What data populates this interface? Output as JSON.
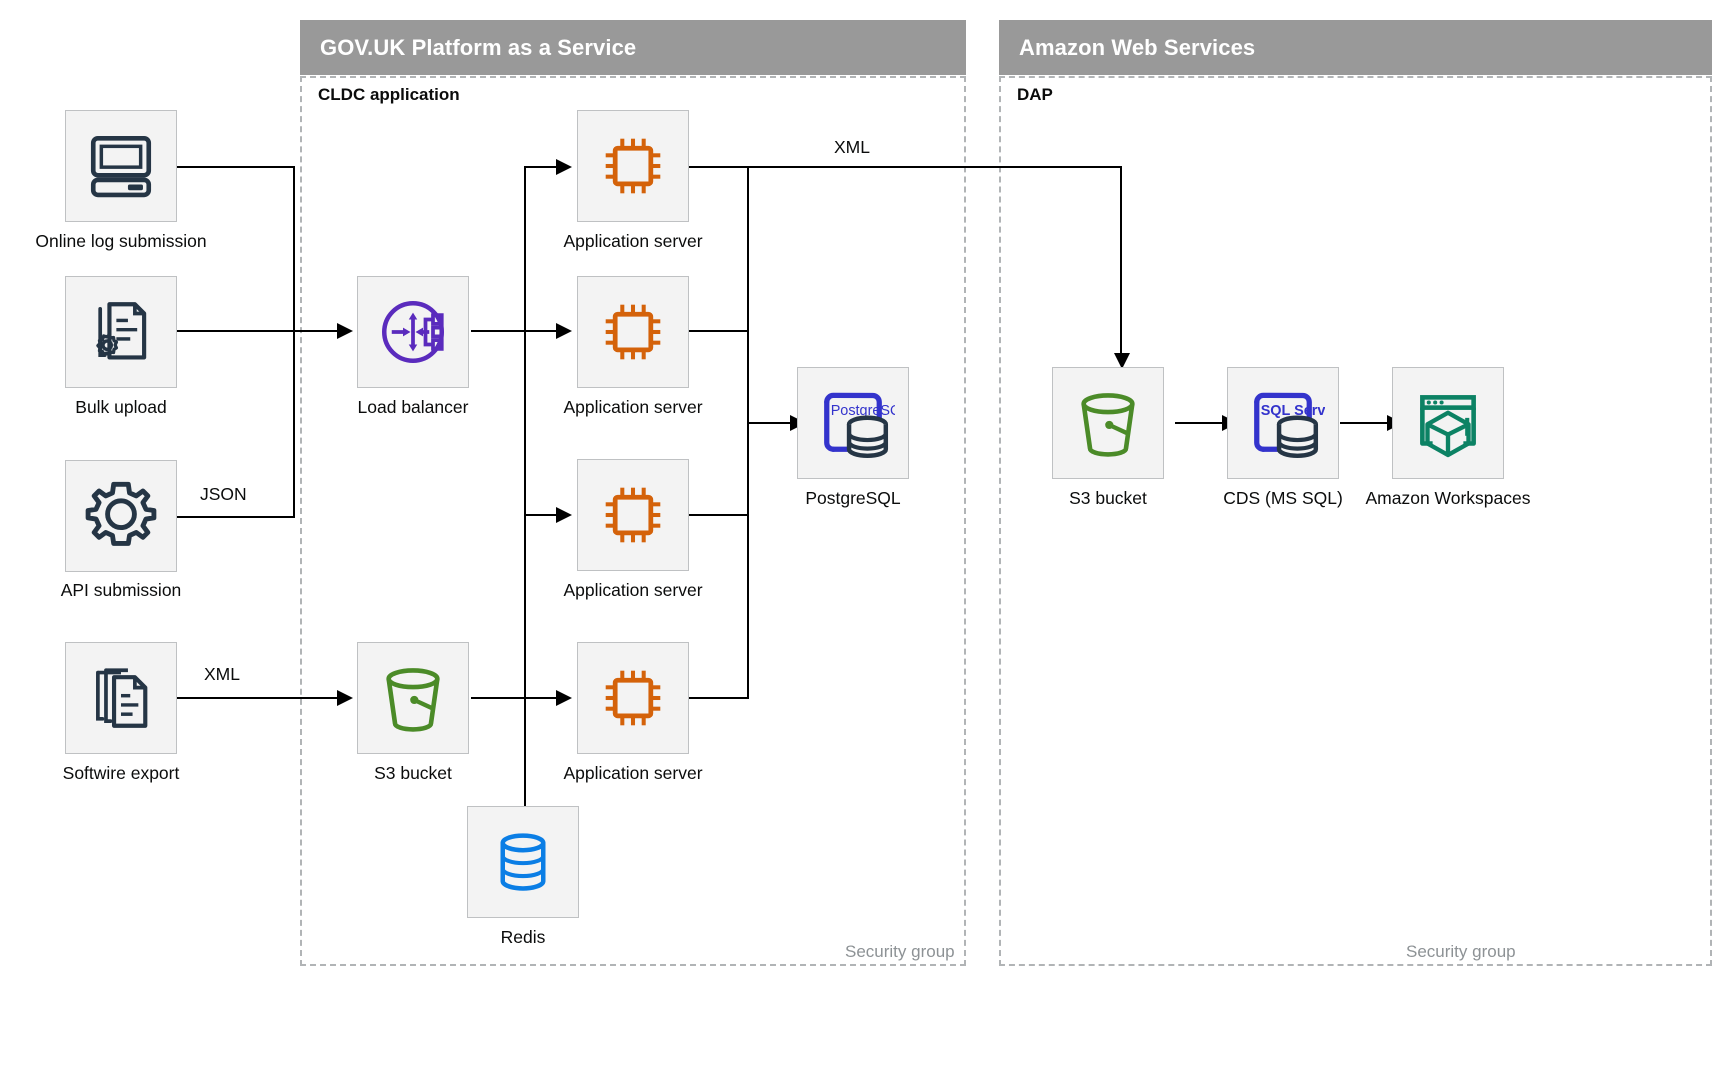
{
  "groups": [
    {
      "id": "paas",
      "title": "GOV.UK Platform as a Service",
      "subtitle": "CLDC application",
      "security_label": "Security group"
    },
    {
      "id": "aws",
      "title": "Amazon Web Services",
      "subtitle": "DAP",
      "security_label": "Security group"
    }
  ],
  "nodes": {
    "online_log": {
      "label": "Online log submission",
      "icon": "desktop-computer-icon"
    },
    "bulk_upload": {
      "label": "Bulk upload",
      "icon": "document-gear-icon"
    },
    "api_submit": {
      "label": "API submission",
      "icon": "gear-icon"
    },
    "softwire": {
      "label": "Softwire export",
      "icon": "documents-stack-icon"
    },
    "load_balancer": {
      "label": "Load balancer",
      "icon": "load-balancer-icon"
    },
    "app1": {
      "label": "Application server",
      "icon": "cpu-chip-icon"
    },
    "app2": {
      "label": "Application server",
      "icon": "cpu-chip-icon"
    },
    "app3": {
      "label": "Application server",
      "icon": "cpu-chip-icon"
    },
    "app4": {
      "label": "Application server",
      "icon": "cpu-chip-icon"
    },
    "postgres": {
      "label": "PostgreSQL",
      "icon": "postgresql-icon",
      "badge": "PostgreSQL"
    },
    "s3_cldc": {
      "label": "S3 bucket",
      "icon": "s3-bucket-icon"
    },
    "redis": {
      "label": "Redis",
      "icon": "redis-database-icon"
    },
    "s3_dap": {
      "label": "S3 bucket",
      "icon": "s3-bucket-icon"
    },
    "cds": {
      "label": "CDS (MS SQL)",
      "icon": "sql-server-icon",
      "badge": "SQL Server"
    },
    "workspaces": {
      "label": "Amazon Workspaces",
      "icon": "amazon-workspaces-icon"
    }
  },
  "edge_labels": {
    "json": "JSON",
    "xml_in": "XML",
    "xml_out": "XML"
  },
  "colors": {
    "header_grey": "#999999",
    "tile_fill": "#f3f3f3",
    "tile_border": "#bfc1c3",
    "dashed_border": "#b1b4b6",
    "navy": "#253545",
    "purple": "#5a2bbd",
    "orange": "#d4620a",
    "postgres_blue": "#3333cc",
    "green": "#4b8b28",
    "redis_blue": "#0b7ee5",
    "teal": "#0c8264",
    "line": "#000000"
  }
}
